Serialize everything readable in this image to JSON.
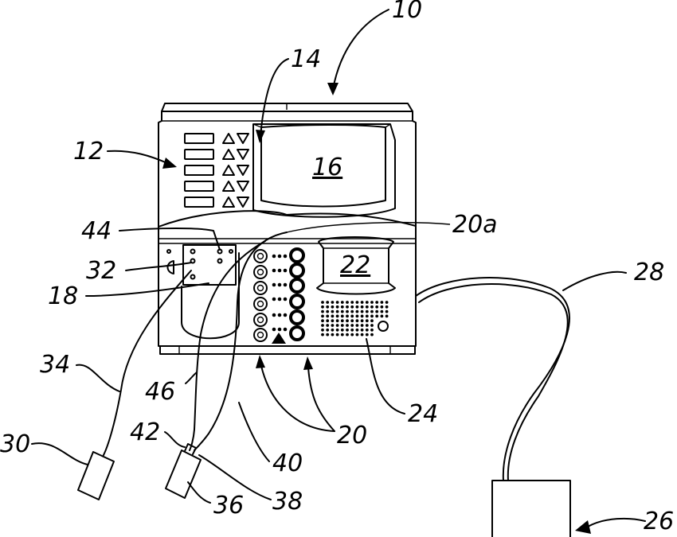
{
  "labels": {
    "device": "10",
    "control_panel": "12",
    "display_bezel": "14",
    "screen": "16",
    "cartridge_slot": "18",
    "ports": "20",
    "port_top": "20a",
    "panel_22": "22",
    "grille": "24",
    "computer": "26",
    "cable": "28",
    "sensor_30": "30",
    "connector_32": "32",
    "lead_34": "34",
    "sensor_36": "36",
    "junction_38": "38",
    "lead_40": "40",
    "tip_42": "42",
    "pin_44": "44",
    "lead_46": "46"
  },
  "colors": {
    "ink": "#000000",
    "paper": "#ffffff"
  }
}
